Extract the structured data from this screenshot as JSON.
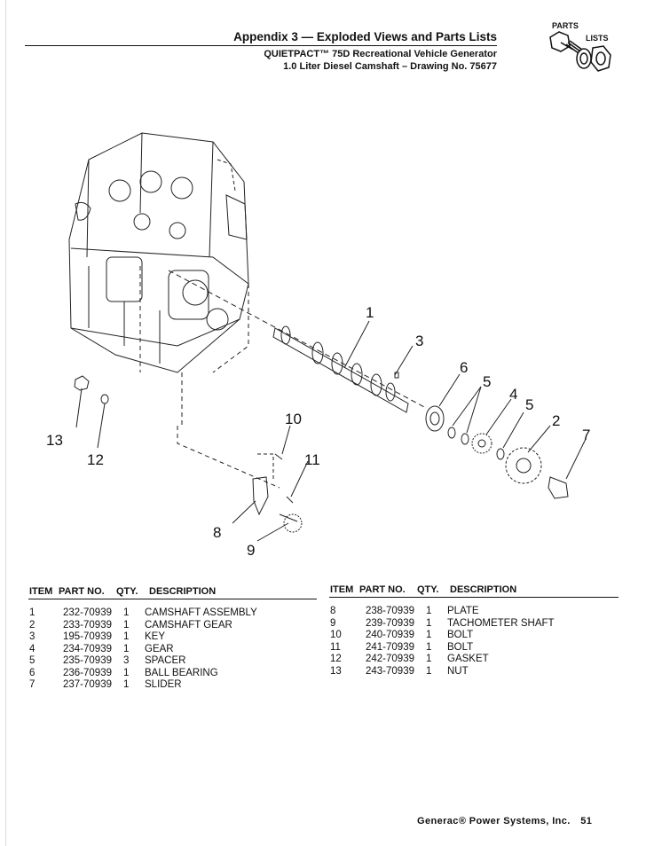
{
  "header": {
    "title": "Appendix 3 — Exploded Views and Parts Lists",
    "subtitle_line1": "QUIETPACT™ 75D Recreational Vehicle Generator",
    "subtitle_line2": "1.0 Liter Diesel Camshaft – Drawing No. 75677",
    "logo_text_top": "PARTS",
    "logo_text_bottom": "LISTS",
    "logo_icon": "nut-and-bolt-icon"
  },
  "drawing": {
    "callouts": [
      "1",
      "3",
      "6",
      "5",
      "4",
      "5",
      "2",
      "7",
      "10",
      "11",
      "13",
      "12",
      "8",
      "9"
    ]
  },
  "parts_table": {
    "columns": [
      "ITEM",
      "PART NO.",
      "QTY.",
      "DESCRIPTION"
    ],
    "left_rows": [
      {
        "item": "1",
        "part_no": "232-70939",
        "qty": "1",
        "description": "CAMSHAFT ASSEMBLY"
      },
      {
        "item": "2",
        "part_no": "233-70939",
        "qty": "1",
        "description": "CAMSHAFT GEAR"
      },
      {
        "item": "3",
        "part_no": "195-70939",
        "qty": "1",
        "description": "KEY"
      },
      {
        "item": "4",
        "part_no": "234-70939",
        "qty": "1",
        "description": "GEAR"
      },
      {
        "item": "5",
        "part_no": "235-70939",
        "qty": "3",
        "description": "SPACER"
      },
      {
        "item": "6",
        "part_no": "236-70939",
        "qty": "1",
        "description": "BALL BEARING"
      },
      {
        "item": "7",
        "part_no": "237-70939",
        "qty": "1",
        "description": "SLIDER"
      }
    ],
    "right_rows": [
      {
        "item": "8",
        "part_no": "238-70939",
        "qty": "1",
        "description": "PLATE"
      },
      {
        "item": "9",
        "part_no": "239-70939",
        "qty": "1",
        "description": "TACHOMETER SHAFT"
      },
      {
        "item": "10",
        "part_no": "240-70939",
        "qty": "1",
        "description": "BOLT"
      },
      {
        "item": "11",
        "part_no": "241-70939",
        "qty": "1",
        "description": "BOLT"
      },
      {
        "item": "12",
        "part_no": "242-70939",
        "qty": "1",
        "description": "GASKET"
      },
      {
        "item": "13",
        "part_no": "243-70939",
        "qty": "1",
        "description": "NUT"
      }
    ]
  },
  "footer": {
    "brand": "Generac® Power Systems, Inc.",
    "page_number": "51"
  }
}
